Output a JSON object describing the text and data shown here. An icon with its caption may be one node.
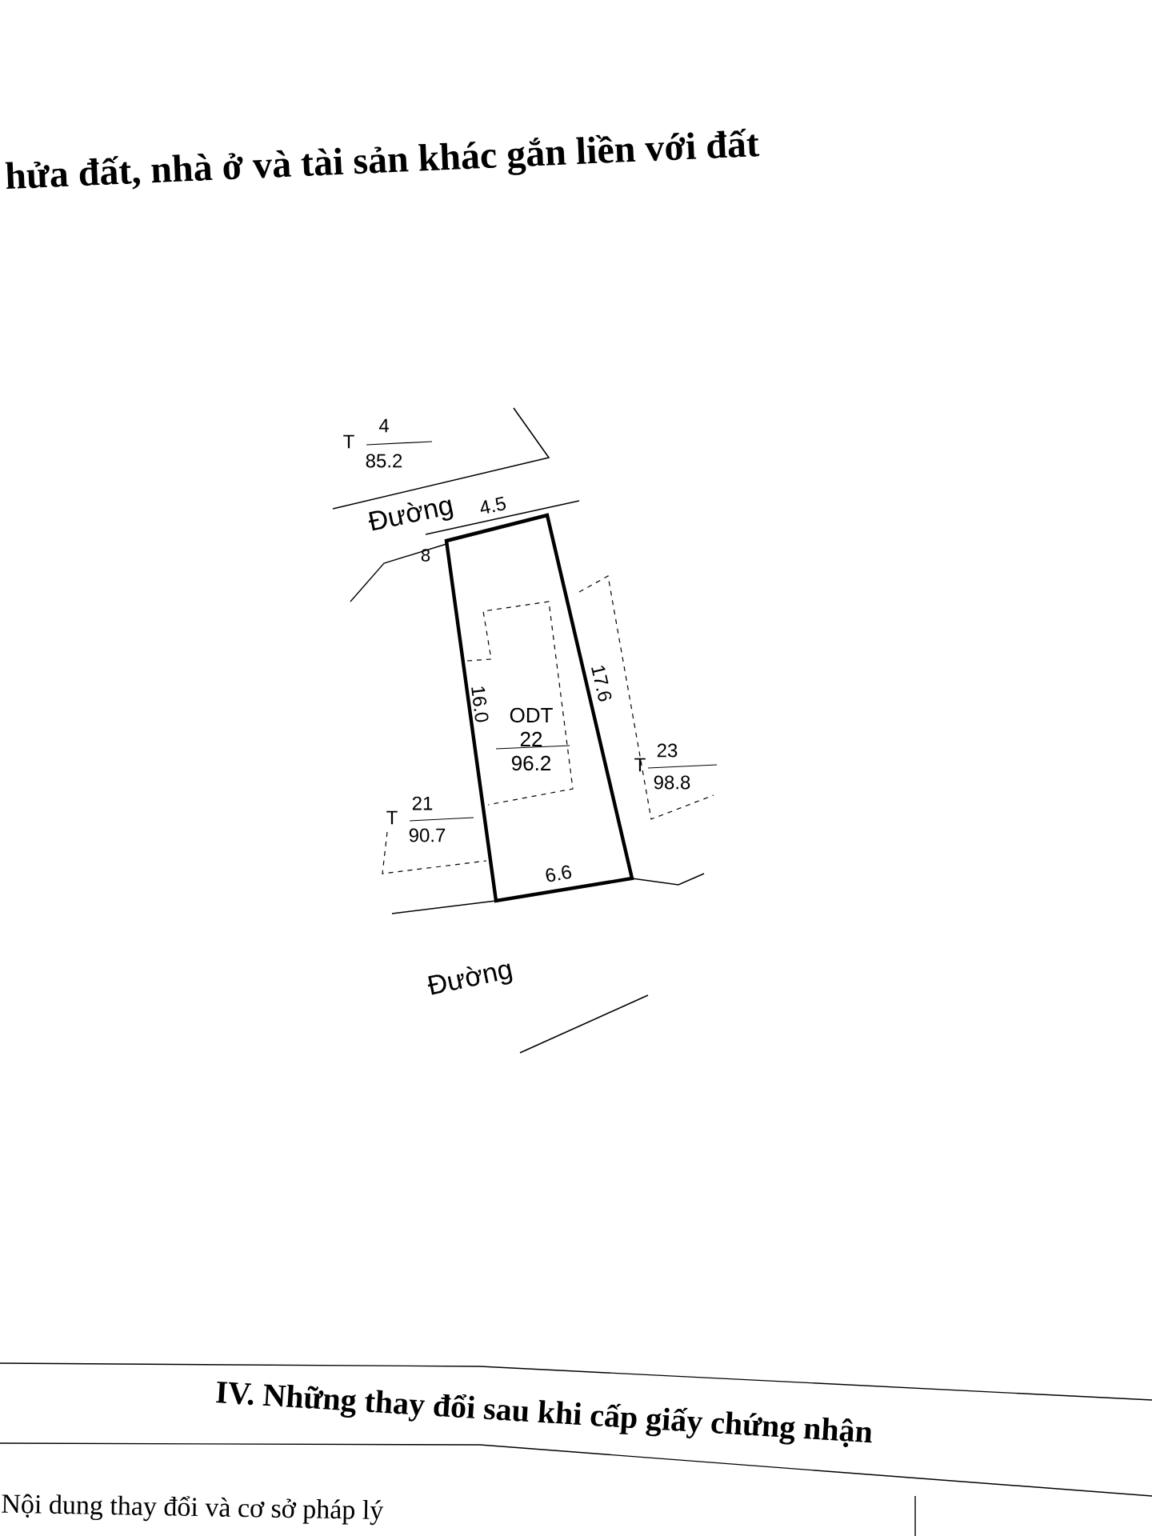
{
  "diagram": {
    "title": "hửa đất, nhà ở và tài sản khác gắn liền với đất",
    "nodes": [
      {
        "text": [
          "ODT",
          "22",
          "96.2"
        ]
      }
    ],
    "labels": [
      "T",
      "4",
      "85.2",
      "Đường",
      "4.5",
      "8",
      "16.0",
      "17.6",
      "T",
      "23",
      "98.8",
      "T",
      "21",
      "90.7",
      "6.6",
      "Đường",
      "IV. Những thay đổi sau khi cấp giấy chứng nhận",
      "Nội dung thay đổi và cơ sở pháp lý"
    ]
  }
}
